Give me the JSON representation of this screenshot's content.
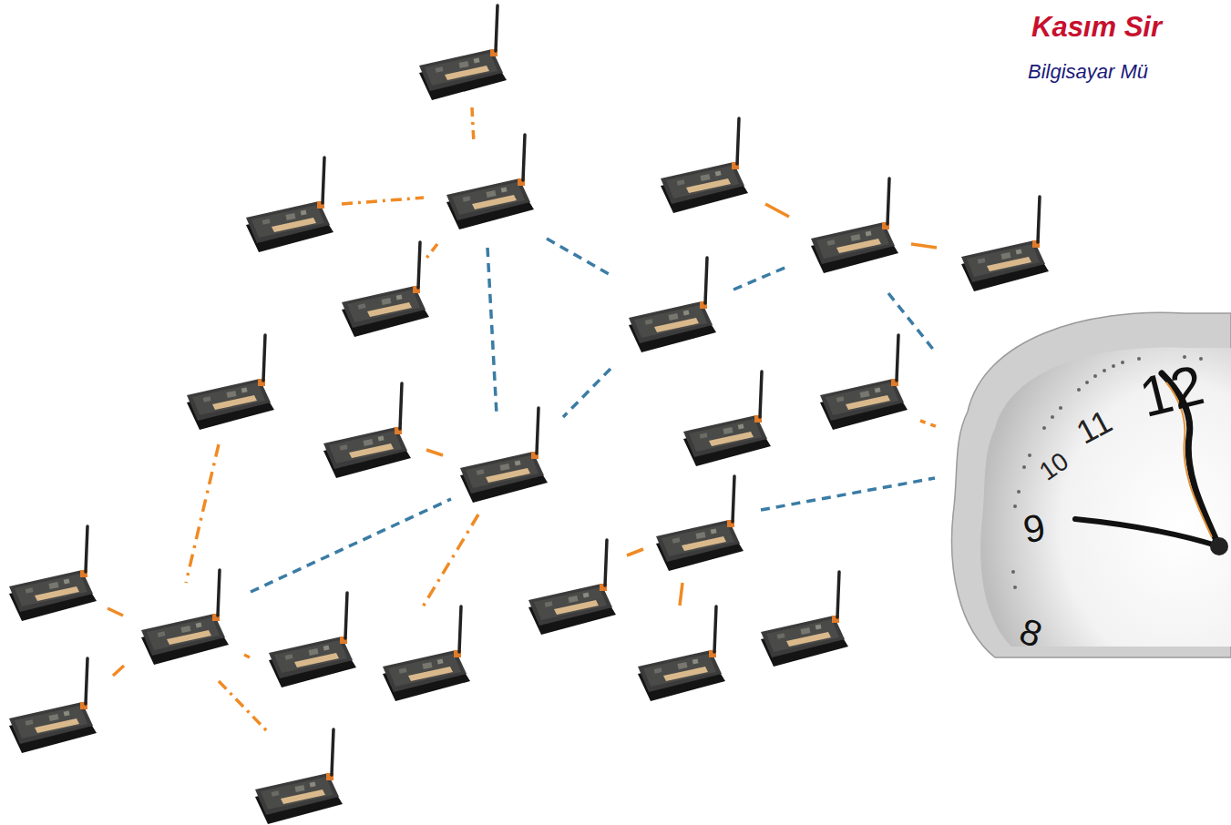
{
  "diagram": {
    "labels": [
      "Kasım Sir",
      "Bilgisayar Mü",
      "12",
      "11",
      "10",
      "9",
      "8"
    ]
  }
}
